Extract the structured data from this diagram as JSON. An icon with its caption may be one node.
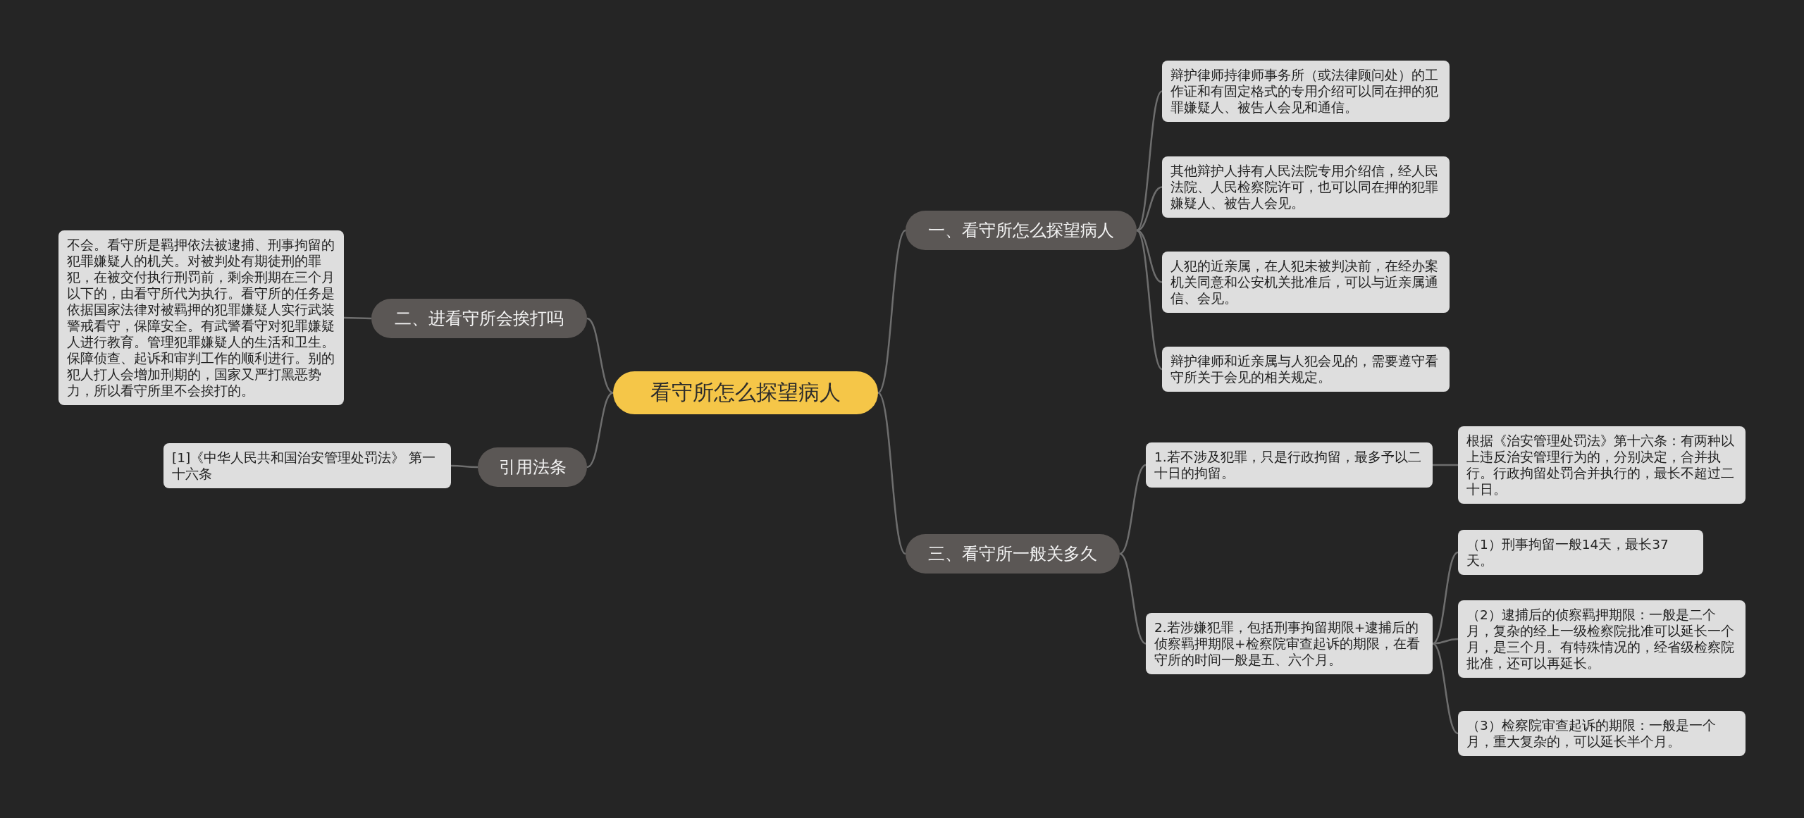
{
  "diagram": {
    "nodes": [
      {
        "text": [
          "看守所怎么探望病人"
        ]
      },
      {
        "text": [
          "一、看守所怎么探望病人"
        ]
      },
      {
        "text": [
          "辩护律师持律师事务所（或法律顾问处）的工作证和有固定格式的专用介绍可以同在押的犯罪嫌疑人、被告人会见和通信。"
        ]
      },
      {
        "text": [
          "其他辩护人持有人民法院专用介绍信，经人民法院、人民检察院许可，也可以同在押的犯罪嫌疑人、被告人会见。"
        ]
      },
      {
        "text": [
          "人犯的近亲属，在人犯未被判决前，在经办案机关同意和公安机关批准后，可以与近亲属通信、会见。"
        ]
      },
      {
        "text": [
          "辩护律师和近亲属与人犯会见的，需要遵守看守所关于会见的相关规定。"
        ]
      },
      {
        "text": [
          "二、进看守所会挨打吗"
        ]
      },
      {
        "text": [
          "不会。看守所是羁押依法被逮捕、刑事拘留的犯罪嫌疑人的机关。对被判处有期徒刑的罪犯，在被交付执行刑罚前，剩余刑期在三个月以下的，由看守所代为执行。看守所的任务是依据国家法律对被羁押的犯罪嫌疑人实行武装警戒看守，保障安全。有武警看守对犯罪嫌疑人进行教育。管理犯罪嫌疑人的生活和卫生。保障侦查、起诉和审判工作的顺利进行。别的犯人打人会增加刑期的，国家又严打黑恶势力，所以看守所里不会挨打的。"
        ]
      },
      {
        "text": [
          "引用法条"
        ]
      },
      {
        "text": [
          "[1]《中华人民共和国治安管理处罚法》 第一十六条"
        ]
      },
      {
        "text": [
          "三、看守所一般关多久"
        ]
      },
      {
        "text": [
          "1.若不涉及犯罪，只是行政拘留，最多予以二十日的拘留。"
        ]
      },
      {
        "text": [
          "根据《治安管理处罚法》第十六条：有两种以上违反治安管理行为的，分别决定，合并执行。行政拘留处罚合并执行的，最长不超过二十日。"
        ]
      },
      {
        "text": [
          "2.若涉嫌犯罪，包括刑事拘留期限+逮捕后的侦察羁押期限+检察院审查起诉的期限，在看守所的时间一般是五、六个月。"
        ]
      },
      {
        "text": [
          "（1）刑事拘留一般14天，最长37天。"
        ]
      },
      {
        "text": [
          "（2）逮捕后的侦察羁押期限：一般是二个月，复杂的经上一级检察院批准可以延长一个月，是三个月。有特殊情况的，经省级检察院批准，还可以再延长。"
        ]
      },
      {
        "text": [
          "（3）检察院审查起诉的期限：一般是一个月，重大复杂的，可以延长半个月。"
        ]
      }
    ],
    "edges": [
      {
        "from": 0,
        "to": 1,
        "arrow": "none"
      },
      {
        "from": 1,
        "to": 2,
        "arrow": "none"
      },
      {
        "from": 1,
        "to": 3,
        "arrow": "none"
      },
      {
        "from": 1,
        "to": 4,
        "arrow": "none"
      },
      {
        "from": 1,
        "to": 5,
        "arrow": "none"
      },
      {
        "from": 0,
        "to": 6,
        "arrow": "none"
      },
      {
        "from": 6,
        "to": 7,
        "arrow": "none"
      },
      {
        "from": 0,
        "to": 8,
        "arrow": "none"
      },
      {
        "from": 8,
        "to": 9,
        "arrow": "none"
      },
      {
        "from": 0,
        "to": 10,
        "arrow": "none"
      },
      {
        "from": 10,
        "to": 11,
        "arrow": "none"
      },
      {
        "from": 11,
        "to": 12,
        "arrow": "none"
      },
      {
        "from": 10,
        "to": 13,
        "arrow": "none"
      },
      {
        "from": 13,
        "to": 14,
        "arrow": "none"
      },
      {
        "from": 13,
        "to": 15,
        "arrow": "none"
      },
      {
        "from": 13,
        "to": 16,
        "arrow": "none"
      }
    ]
  }
}
